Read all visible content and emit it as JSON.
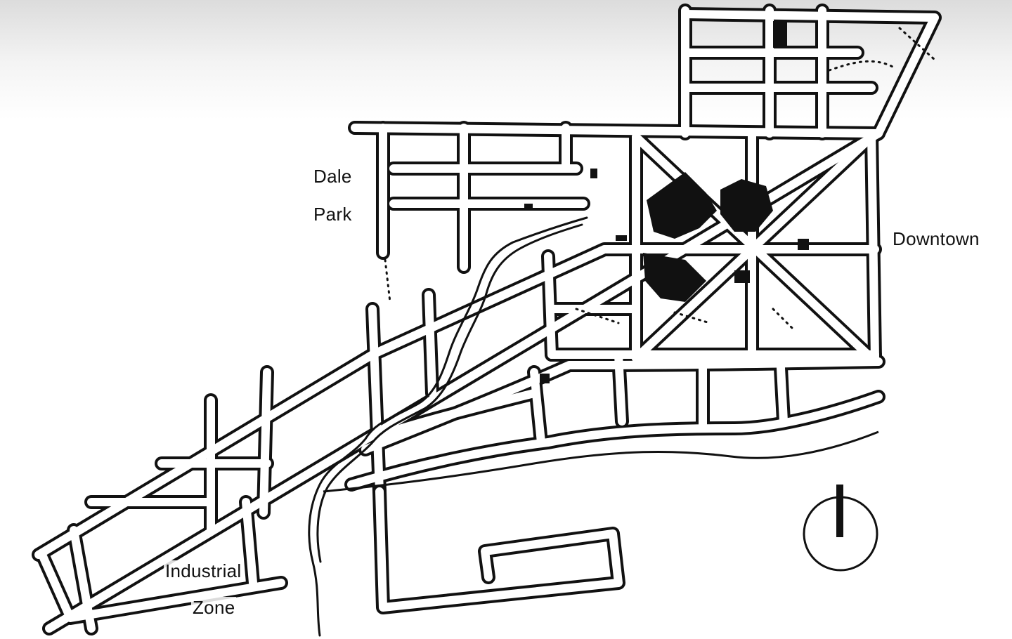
{
  "map": {
    "labels": {
      "dale": "Dale",
      "park": "Park",
      "downtown": "Downtown",
      "industrial": "Industrial",
      "zone": "Zone"
    },
    "compass": {
      "icon": "north-arrow-icon"
    },
    "colors": {
      "line": "#111111",
      "background": "#ffffff"
    }
  }
}
